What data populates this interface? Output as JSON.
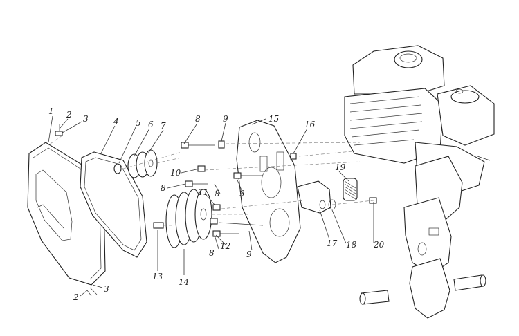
{
  "diagram": {
    "part_labels": [
      {
        "id": "p1",
        "text": "1"
      },
      {
        "id": "p2a",
        "text": "2"
      },
      {
        "id": "p3a",
        "text": "3"
      },
      {
        "id": "p4",
        "text": "4"
      },
      {
        "id": "p5",
        "text": "5"
      },
      {
        "id": "p6",
        "text": "6"
      },
      {
        "id": "p7",
        "text": "7"
      },
      {
        "id": "p8a",
        "text": "8"
      },
      {
        "id": "p9a",
        "text": "9"
      },
      {
        "id": "p15",
        "text": "15"
      },
      {
        "id": "p16",
        "text": "16"
      },
      {
        "id": "p10",
        "text": "10"
      },
      {
        "id": "p8b",
        "text": "8"
      },
      {
        "id": "p11",
        "text": "11"
      },
      {
        "id": "p8c",
        "text": "8"
      },
      {
        "id": "p9b",
        "text": "9"
      },
      {
        "id": "p19",
        "text": "19"
      },
      {
        "id": "p12",
        "text": "12"
      },
      {
        "id": "p8d",
        "text": "8"
      },
      {
        "id": "p17",
        "text": "17"
      },
      {
        "id": "p18",
        "text": "18"
      },
      {
        "id": "p20",
        "text": "20"
      },
      {
        "id": "p9c",
        "text": "9"
      },
      {
        "id": "p13",
        "text": "13"
      },
      {
        "id": "p14",
        "text": "14"
      },
      {
        "id": "p2b",
        "text": "2"
      },
      {
        "id": "p3b",
        "text": "3"
      }
    ]
  }
}
